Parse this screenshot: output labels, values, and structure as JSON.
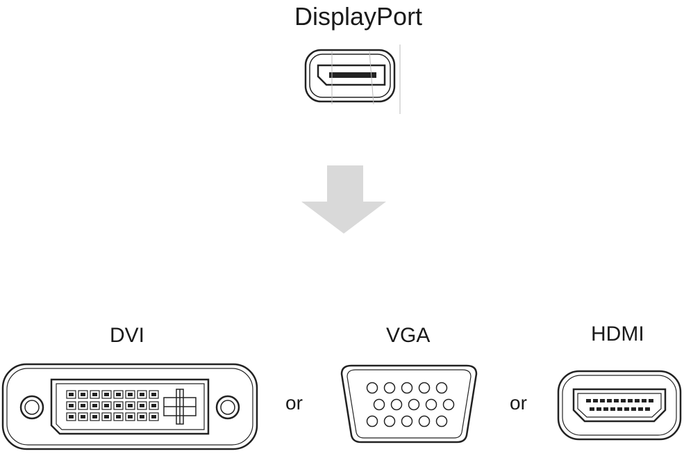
{
  "source": {
    "label": "DisplayPort"
  },
  "arrow": {
    "color": "#d9d9d9",
    "direction": "down",
    "icon": "down-arrow-icon"
  },
  "targets": [
    {
      "label": "DVI",
      "icon": "dvi-connector-icon"
    },
    {
      "label": "VGA",
      "icon": "vga-connector-icon"
    },
    {
      "label": "HDMI",
      "icon": "hdmi-connector-icon"
    }
  ],
  "separators": [
    "or",
    "or"
  ],
  "colors": {
    "line": "#222222",
    "background": "#ffffff"
  }
}
